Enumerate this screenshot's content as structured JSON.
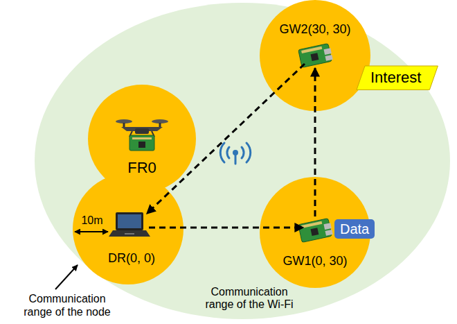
{
  "diagram": {
    "nodes": [
      {
        "text": [
          "Communication range of the Wi-Fi"
        ]
      },
      {
        "text": [
          "GW2(30, 30)"
        ],
        "in": 0
      },
      {
        "text": [
          "Interest"
        ],
        "in": 0
      },
      {
        "text": [
          "FR0"
        ],
        "in": 0
      },
      {
        "text": [
          "DR(0, 0)"
        ],
        "in": 0
      },
      {
        "text": [
          "GW1(0, 30)"
        ],
        "in": 0
      },
      {
        "text": [
          "Data"
        ],
        "in": 0
      }
    ],
    "edges": [
      {
        "from": 1,
        "to": 4,
        "arrow": "to"
      },
      {
        "from": 4,
        "to": 5,
        "arrow": "to"
      },
      {
        "from": 5,
        "to": 1,
        "arrow": "to"
      }
    ],
    "labels": [
      "10m",
      "Communication range of the node"
    ]
  }
}
